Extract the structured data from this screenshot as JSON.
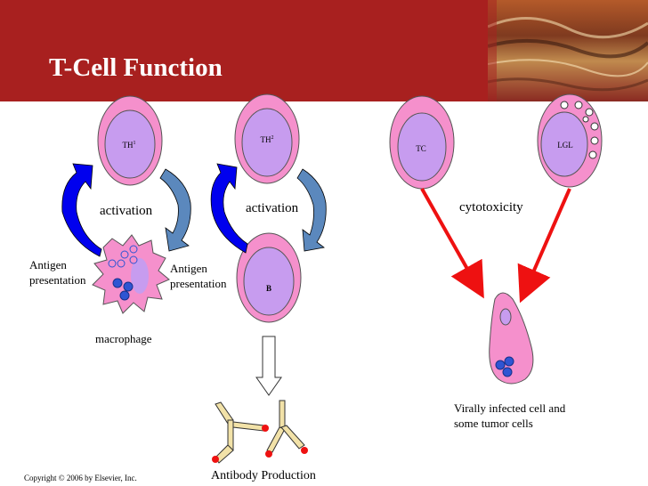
{
  "title": "T-Cell Function",
  "cells": {
    "th1": {
      "label": "TH",
      "sup": "1"
    },
    "th2": {
      "label": "TH",
      "sup": "2"
    },
    "b": {
      "label": "B"
    },
    "tc": {
      "label": "TC"
    },
    "lgl": {
      "label": "LGL"
    }
  },
  "labels": {
    "activation_left": "activation",
    "activation_right": "activation",
    "antigen_presentation_left": [
      "Antigen",
      "presentation"
    ],
    "antigen_presentation_right": [
      "Antigen",
      "presentation"
    ],
    "macrophage": "macrophage",
    "cytotoxicity": "cytotoxicity",
    "infected_cell": [
      "Virally infected cell and",
      "some tumor cells"
    ],
    "antibody_production": "Antibody Production"
  },
  "copyright": "Copyright © 2006 by Elsevier, Inc.",
  "colors": {
    "header": "#a8201f",
    "cell_outer": "#f590cc",
    "cell_inner": "#c79cef",
    "arrow_blue": "#0000ee",
    "arrow_steel": "#5b88bd",
    "arrow_red": "#ee1111",
    "granule": "#2f55d3",
    "antibody_tip": "#ee1111"
  }
}
